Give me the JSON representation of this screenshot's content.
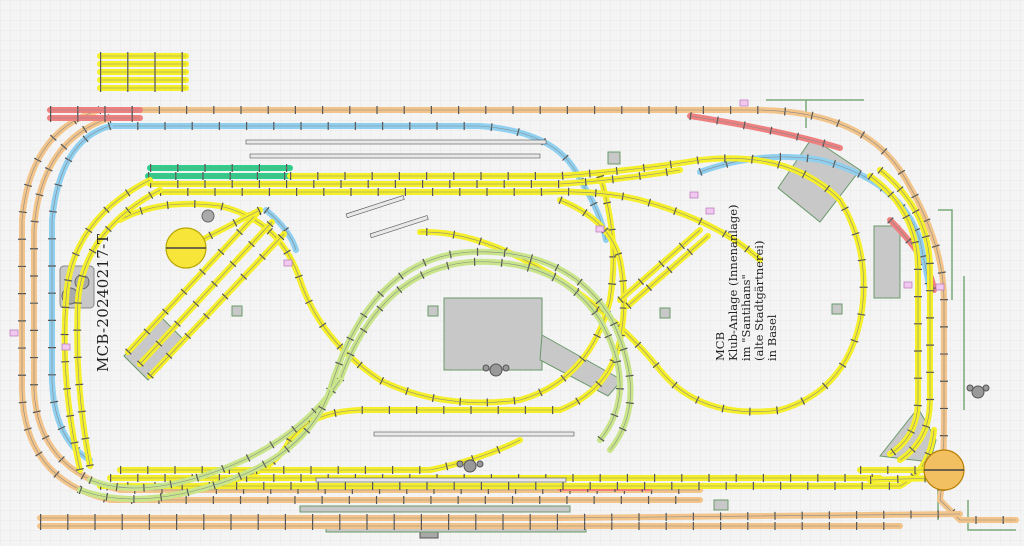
{
  "plan": {
    "title": "MCB-20240217-T",
    "description_lines": [
      "MCB",
      "Klub-Anlage (Innenanlage)",
      "im \"Santihans\"",
      "(alte Stadtgärtnerei)",
      "in Basel"
    ]
  },
  "colors": {
    "background": "#f4f4f4",
    "grid": "#dcdcdc",
    "track_yellow": "#f5ef2a",
    "track_orange": "#f2c48a",
    "track_blue": "#8fd0f0",
    "track_red": "#ee8080",
    "track_green": "#2ecf8a",
    "track_lightgreen": "#c9e58a",
    "tie": "#555555",
    "building": "#c8c8c8",
    "building_border": "#6a9a6a",
    "turntable_yellow": "#f7e53a",
    "turntable_orange": "#f2c060",
    "marker_pink": "#e8a8e8"
  },
  "icons": [
    "turntable-icon",
    "crane-icon",
    "building-icon",
    "signal-marker-icon",
    "train-icon"
  ]
}
